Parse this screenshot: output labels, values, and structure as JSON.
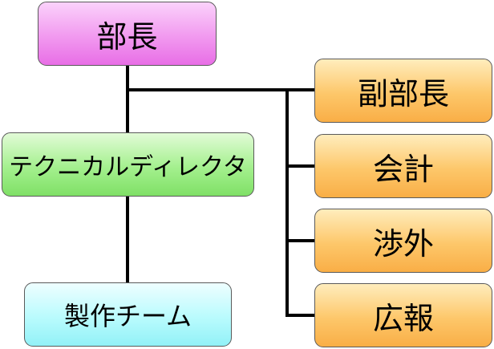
{
  "diagram": {
    "nodes": {
      "head": "部長",
      "technical_director": "テクニカルディレクタ",
      "production_team": "製作チーム",
      "deputy_head": "副部長",
      "accounting": "会計",
      "external_relations": "渉外",
      "public_relations": "広報"
    },
    "colors": {
      "head_fill": "#f199ef",
      "technical_director_fill": "#a4f08e",
      "production_team_fill": "#b9fbfd",
      "staff_fill": "#fdc76a",
      "connector": "#000000"
    },
    "edges": [
      [
        "head",
        "technical_director"
      ],
      [
        "technical_director",
        "production_team"
      ],
      [
        "head",
        "deputy_head"
      ],
      [
        "head",
        "accounting"
      ],
      [
        "head",
        "external_relations"
      ],
      [
        "head",
        "public_relations"
      ]
    ]
  }
}
